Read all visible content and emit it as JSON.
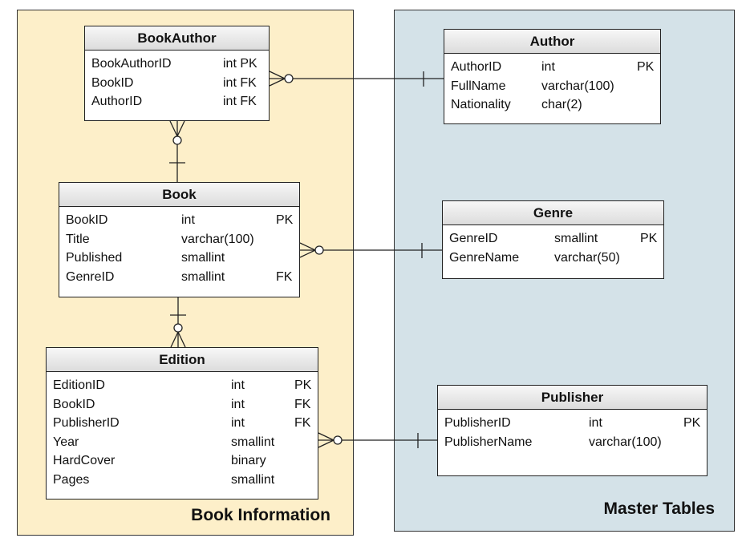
{
  "groups": {
    "book_information": {
      "title": "Book Information"
    },
    "master_tables": {
      "title": "Master Tables"
    }
  },
  "entities": {
    "book_author": {
      "name": "BookAuthor",
      "columns": [
        {
          "name": "BookAuthorID",
          "type": "int PK",
          "key": ""
        },
        {
          "name": "BookID",
          "type": "int FK",
          "key": ""
        },
        {
          "name": "AuthorID",
          "type": "int FK",
          "key": ""
        }
      ]
    },
    "book": {
      "name": "Book",
      "columns": [
        {
          "name": "BookID",
          "type": "int",
          "key": "PK"
        },
        {
          "name": "Title",
          "type": "varchar(100)",
          "key": ""
        },
        {
          "name": "Published",
          "type": "smallint",
          "key": ""
        },
        {
          "name": "GenreID",
          "type": "smallint",
          "key": "FK"
        }
      ]
    },
    "edition": {
      "name": "Edition",
      "columns": [
        {
          "name": "EditionID",
          "type": "int",
          "key": "PK"
        },
        {
          "name": "BookID",
          "type": "int",
          "key": "FK"
        },
        {
          "name": "PublisherID",
          "type": "int",
          "key": "FK"
        },
        {
          "name": "Year",
          "type": "smallint",
          "key": ""
        },
        {
          "name": "HardCover",
          "type": "binary",
          "key": ""
        },
        {
          "name": "Pages",
          "type": "smallint",
          "key": ""
        }
      ]
    },
    "author": {
      "name": "Author",
      "columns": [
        {
          "name": "AuthorID",
          "type": "int",
          "key": "PK"
        },
        {
          "name": "FullName",
          "type": "varchar(100)",
          "key": ""
        },
        {
          "name": "Nationality",
          "type": "char(2)",
          "key": ""
        }
      ]
    },
    "genre": {
      "name": "Genre",
      "columns": [
        {
          "name": "GenreID",
          "type": "smallint",
          "key": "PK"
        },
        {
          "name": "GenreName",
          "type": "varchar(50)",
          "key": ""
        }
      ]
    },
    "publisher": {
      "name": "Publisher",
      "columns": [
        {
          "name": "PublisherID",
          "type": "int",
          "key": "PK"
        },
        {
          "name": "PublisherName",
          "type": "varchar(100)",
          "key": ""
        }
      ]
    }
  },
  "relationships": [
    {
      "from": "Author",
      "to": "BookAuthor",
      "from_cardinality": "one",
      "to_cardinality": "zero-or-many"
    },
    {
      "from": "Book",
      "to": "BookAuthor",
      "from_cardinality": "one",
      "to_cardinality": "zero-or-many"
    },
    {
      "from": "Genre",
      "to": "Book",
      "from_cardinality": "one",
      "to_cardinality": "zero-or-many"
    },
    {
      "from": "Book",
      "to": "Edition",
      "from_cardinality": "one",
      "to_cardinality": "zero-or-many"
    },
    {
      "from": "Publisher",
      "to": "Edition",
      "from_cardinality": "one",
      "to_cardinality": "zero-or-many"
    }
  ],
  "colors": {
    "book_group_bg": "#fdefc9",
    "master_group_bg": "#d4e2e8",
    "border": "#222222",
    "header_gradient_top": "#f7f7f7",
    "header_gradient_bottom": "#dcdcdc"
  }
}
